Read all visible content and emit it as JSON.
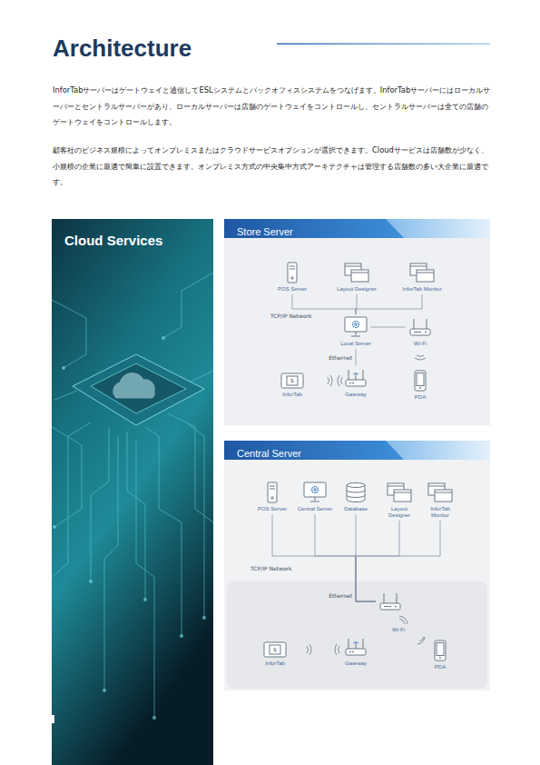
{
  "diagram": {
    "title": "Architecture",
    "nodes": [
      {
        "text": [
          "Cloud Services"
        ]
      },
      {
        "text": [
          "Store Server"
        ]
      },
      {
        "text": [
          "POS Server"
        ],
        "in": 1
      },
      {
        "text": [
          "Layout Designer"
        ],
        "in": 1
      },
      {
        "text": [
          "InforTab Monitor"
        ],
        "in": 1
      },
      {
        "text": [
          "Local Server"
        ],
        "in": 1
      },
      {
        "text": [
          "Wi-Fi"
        ],
        "in": 1
      },
      {
        "text": [
          "InforTab"
        ],
        "in": 1
      },
      {
        "text": [
          "Gateway"
        ],
        "in": 1
      },
      {
        "text": [
          "PDA"
        ],
        "in": 1
      },
      {
        "text": [
          "Central Server"
        ]
      },
      {
        "text": [
          "POS Server"
        ],
        "in": 10
      },
      {
        "text": [
          "Central Server"
        ],
        "in": 10
      },
      {
        "text": [
          "Database"
        ],
        "in": 10
      },
      {
        "text": [
          "Layout Designer"
        ],
        "in": 10
      },
      {
        "text": [
          "InforTab Monitor"
        ],
        "in": 10
      },
      {
        "text": [
          "Wi-Fi"
        ],
        "in": 10
      },
      {
        "text": [
          "InforTab"
        ],
        "in": 10
      },
      {
        "text": [
          "Gateway"
        ],
        "in": 10
      },
      {
        "text": [
          "PDA"
        ],
        "in": 10
      }
    ],
    "edges": [
      {
        "from": 2,
        "to": 5,
        "arrow": "none"
      },
      {
        "from": 3,
        "to": 5,
        "arrow": "none"
      },
      {
        "from": 4,
        "to": 5,
        "arrow": "none"
      },
      {
        "from": 5,
        "to": 6,
        "arrow": "none"
      },
      {
        "from": 5,
        "to": 8,
        "label": "Ethernet",
        "arrow": "none"
      },
      {
        "from": 11,
        "to": 16,
        "arrow": "none"
      },
      {
        "from": 12,
        "to": 16,
        "arrow": "none"
      },
      {
        "from": 13,
        "to": 16,
        "arrow": "none"
      },
      {
        "from": 14,
        "to": 16,
        "arrow": "none"
      },
      {
        "from": 15,
        "to": 16,
        "arrow": "none"
      }
    ],
    "labels": [
      "InforTabサーバーはゲートウェイと通信してESLシステムとバックオフィスシステムをつなげます。InforTabサーバーにはローカルサーバーとセントラルサーバーがあり、ローカルサーバーは店舗のゲートウェイをコントロールし、セントラルサーバーは全ての店舗のゲートウェイをコントロールします。",
      "顧客社のビジネス規模によってオンプレミスまたはクラウドサービスオプションが選択できます。Cloudサービスは店舗数が少なく、小規模の企業に最適で簡単に設置できます。オンプレミス方式の中央集中方式アーキテクチャは管理する店舗数の多い大企業に最適です。",
      "TCP/IP Network",
      "TCP/IP Network",
      "Ethernet",
      "$",
      "$"
    ]
  }
}
